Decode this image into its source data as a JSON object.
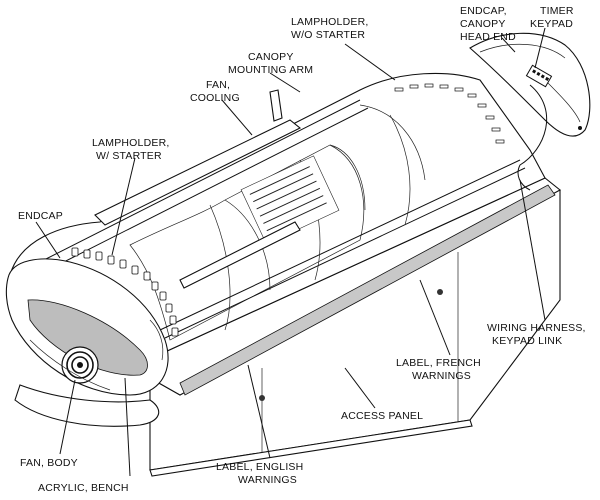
{
  "labels": {
    "lampholder_wo_starter": [
      "LAMPHOLDER,",
      "W/O STARTER"
    ],
    "endcap_canopy_head_end": [
      "ENDCAP,",
      "CANOPY",
      "HEAD END"
    ],
    "timer_keypad": [
      "TIMER",
      "KEYPAD"
    ],
    "canopy_mounting_arm": [
      "CANOPY",
      "MOUNTING ARM"
    ],
    "fan_cooling": [
      "FAN,",
      "COOLING"
    ],
    "lampholder_w_starter": [
      "LAMPHOLDER,",
      "W/ STARTER"
    ],
    "endcap": [
      "ENDCAP"
    ],
    "wiring_harness": [
      "WIRING HARNESS,",
      "KEYPAD LINK"
    ],
    "label_french": [
      "LABEL, FRENCH",
      "WARNINGS"
    ],
    "access_panel": [
      "ACCESS PANEL"
    ],
    "fan_body": [
      "FAN, BODY"
    ],
    "label_english": [
      "LABEL, ENGLISH",
      "WARNINGS"
    ],
    "acrylic_bench": [
      "ACRYLIC, BENCH"
    ]
  },
  "colors": {
    "outline": "#111111",
    "panel_fill": "#f2f2f2",
    "shade": "#bdbdbd",
    "dark": "#555555"
  }
}
